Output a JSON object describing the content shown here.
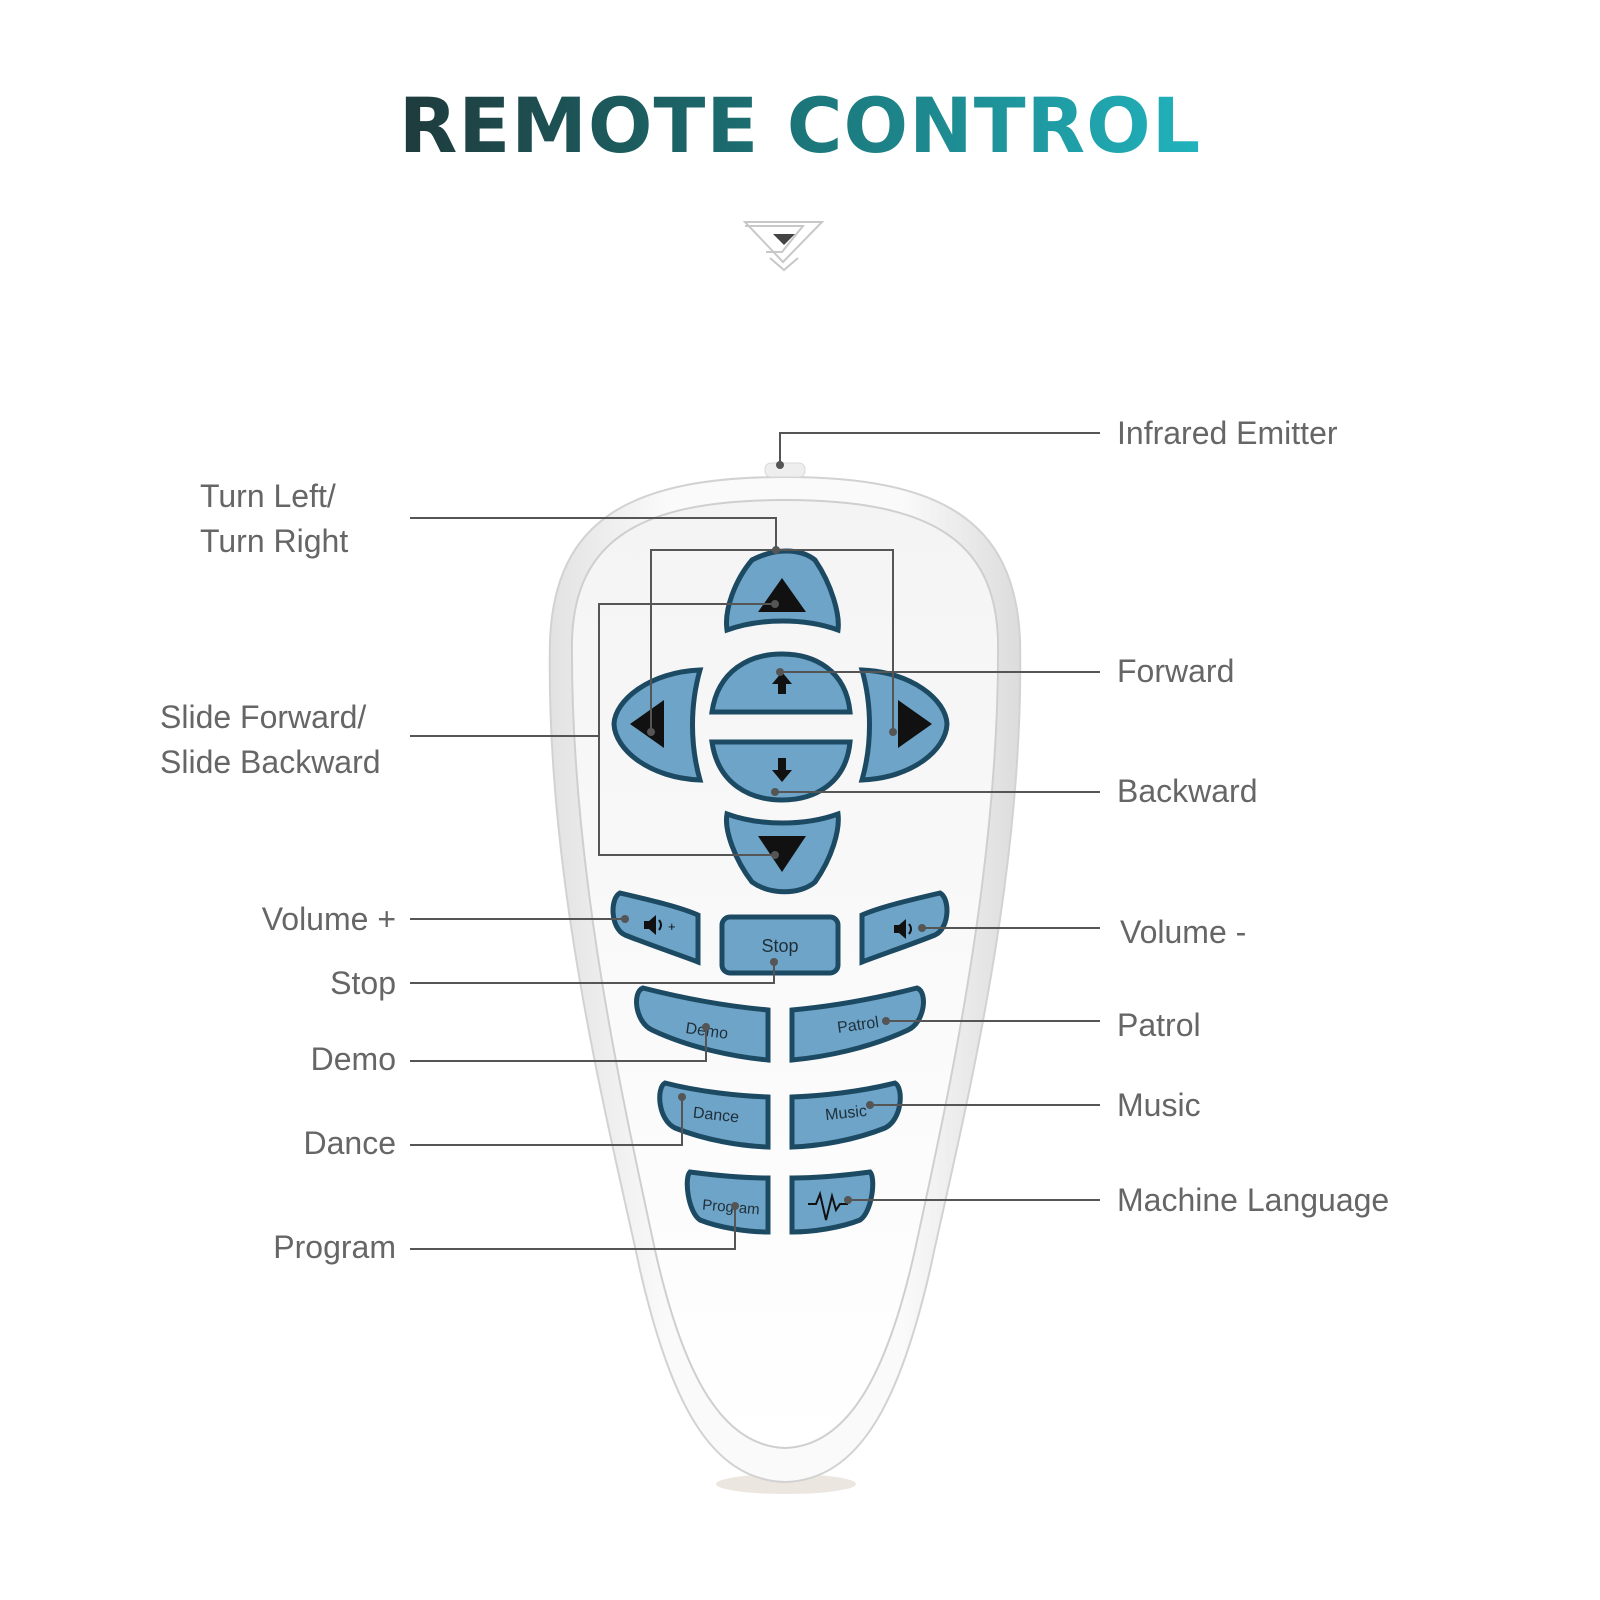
{
  "title": "REMOTE CONTROL",
  "colors": {
    "title_dark": "#1f3a3c",
    "title_light": "#21b3bd",
    "button_fill": "#6ea4c8",
    "button_rim": "#1d4a63",
    "label_text": "#666666",
    "leader_line": "#555555"
  },
  "labels": {
    "infrared_emitter": "Infrared Emitter",
    "turn_left_line1": "Turn Left/",
    "turn_left_line2": "Turn Right",
    "forward": "Forward",
    "slide_line1": "Slide Forward/",
    "slide_line2": "Slide Backward",
    "backward": "Backward",
    "volume_plus": "Volume +",
    "volume_minus": "Volume -",
    "stop": "Stop",
    "patrol": "Patrol",
    "demo": "Demo",
    "music": "Music",
    "dance": "Dance",
    "machine_language": "Machine Language",
    "program": "Program"
  },
  "buttons": {
    "stop": "Stop",
    "demo": "Demo",
    "patrol": "Patrol",
    "dance": "Dance",
    "music": "Music",
    "program": "Program",
    "vol_plus_icon": "speaker-plus-icon",
    "vol_minus_icon": "speaker-minus-icon",
    "machine_language_icon": "waveform-icon"
  }
}
